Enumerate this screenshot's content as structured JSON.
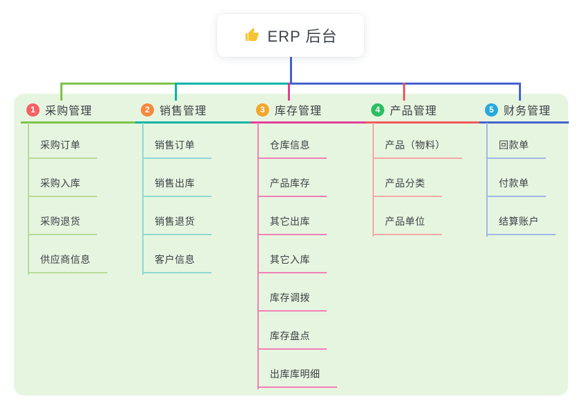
{
  "root": {
    "title": "ERP 后台",
    "icon": "thumbs-up-icon",
    "icon_color": "#f6c334"
  },
  "theme": {
    "page_bg": "#ffffff",
    "panel_bg": "#e6f5e0",
    "root_line": "#4361ce",
    "node_text": "#3b4045",
    "root_text": "#3e444c"
  },
  "branches": [
    {
      "index": "1",
      "label": "采购管理",
      "color": "#7cc24a",
      "light": "#b7db96",
      "badge": "#f56263",
      "children": [
        "采购订单",
        "采购入库",
        "采购退货",
        "供应商信息"
      ]
    },
    {
      "index": "2",
      "label": "销售管理",
      "color": "#00b4a6",
      "light": "#90d9ce",
      "badge": "#f8883e",
      "children": [
        "销售订单",
        "销售出库",
        "销售退货",
        "客户信息"
      ]
    },
    {
      "index": "3",
      "label": "库存管理",
      "color": "#e23e97",
      "light": "#f180b6",
      "badge": "#f3a62c",
      "children": [
        "仓库信息",
        "产品库存",
        "其它出库",
        "其它入库",
        "库存调拨",
        "库存盘点",
        "出库库明细"
      ]
    },
    {
      "index": "4",
      "label": "产品管理",
      "color": "#f25858",
      "light": "#f5a7a7",
      "badge": "#2cbd60",
      "children": [
        "产品（物料）",
        "产品分类",
        "产品单位"
      ]
    },
    {
      "index": "5",
      "label": "财务管理",
      "color": "#4361ce",
      "light": "#a3b6e6",
      "badge": "#2aa7dd",
      "children": [
        "回款单",
        "付款单",
        "结算账户"
      ]
    }
  ]
}
